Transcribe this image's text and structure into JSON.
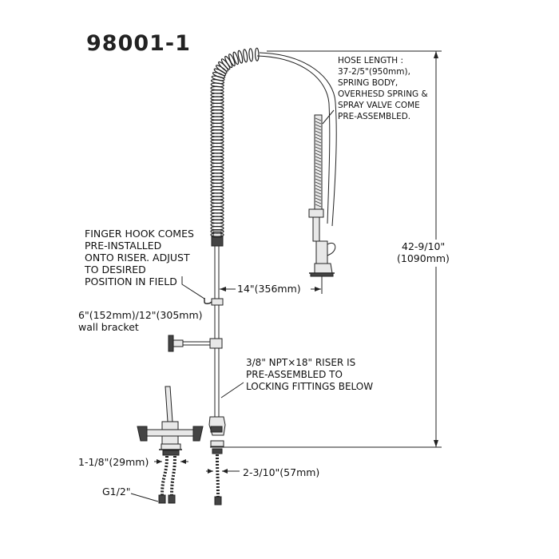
{
  "title": "98001-1",
  "labels": {
    "hose_length": [
      "HOSE LENGTH :",
      "37-2/5\"(950mm),",
      "SPRING BODY,",
      "OVERHESD SPRING &",
      "SPRAY VALVE COME",
      "PRE-ASSEMBLED."
    ],
    "finger_hook": [
      "FINGER HOOK COMES",
      "PRE-INSTALLED",
      "ONTO RISER. ADJUST",
      "TO DESIRED",
      "POSITION IN FIELD"
    ],
    "wall_bracket": [
      "6\"(152mm)/12\"(305mm)",
      "wall bracket"
    ],
    "riser": [
      "3/8\" NPT×18\" RISER IS",
      "PRE-ASSEMBLED TO",
      "LOCKING FITTINGS BELOW"
    ],
    "reach": "14\"(356mm)",
    "height": [
      "42-9/10\"",
      "(1090mm)"
    ],
    "inlet_width": "1-1/8\"(29mm)",
    "centers": "2-3/10\"(57mm)",
    "thread": "G1/2\""
  }
}
